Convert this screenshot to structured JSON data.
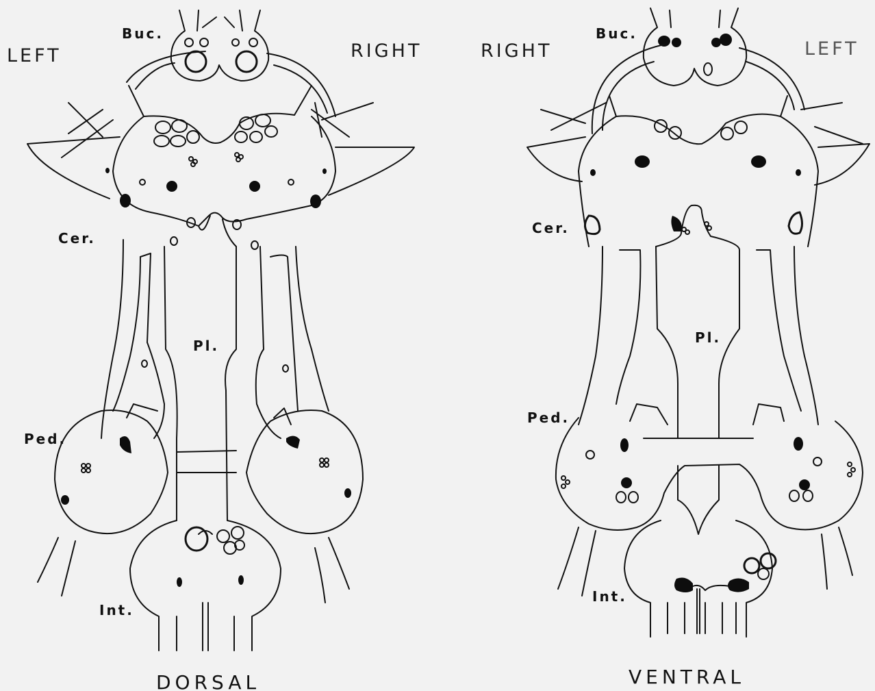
{
  "dorsal": {
    "orientation_left": "LEFT",
    "orientation_right": "RIGHT",
    "buccal": "Buc.",
    "cerebral": "Cer.",
    "pleural": "Pl.",
    "pedal": "Ped.",
    "intestinal": "Int.",
    "title": "DORSAL"
  },
  "ventral": {
    "orientation_left": "RIGHT",
    "orientation_right": "LEFT",
    "buccal": "Buc.",
    "cerebral": "Cer.",
    "pleural": "Pl.",
    "pedal": "Ped.",
    "intestinal": "Int.",
    "title": "VENTRAL"
  },
  "colors": {
    "background": "#f2f2f2",
    "ink": "#111111"
  }
}
